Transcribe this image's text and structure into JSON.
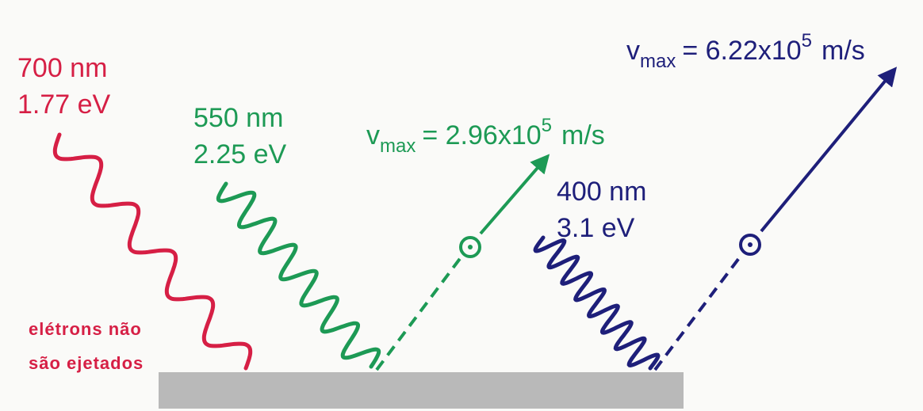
{
  "colors": {
    "red": "#d61f45",
    "green": "#1d9a55",
    "navy": "#1e1f7a",
    "metal": "#b9b9b9",
    "background": "#fafaf8"
  },
  "photons": [
    {
      "wavelength": "700 nm",
      "energy": "1.77 eV",
      "color": "red"
    },
    {
      "wavelength": "550 nm",
      "energy": "2.25 eV",
      "color": "green"
    },
    {
      "wavelength": "400 nm",
      "energy": "3.1 eV",
      "color": "navy"
    }
  ],
  "electrons": [
    {
      "v_symbol": "v",
      "v_subscript": "max",
      "v_value": "= 2.96x10",
      "v_exponent": "5",
      "v_unit": "m/s",
      "color": "green"
    },
    {
      "v_symbol": "v",
      "v_subscript": "max",
      "v_value": "= 6.22x10",
      "v_exponent": "5",
      "v_unit": "m/s",
      "color": "navy"
    }
  ],
  "note": {
    "line1": "elétrons não",
    "line2": "são ejetados"
  }
}
